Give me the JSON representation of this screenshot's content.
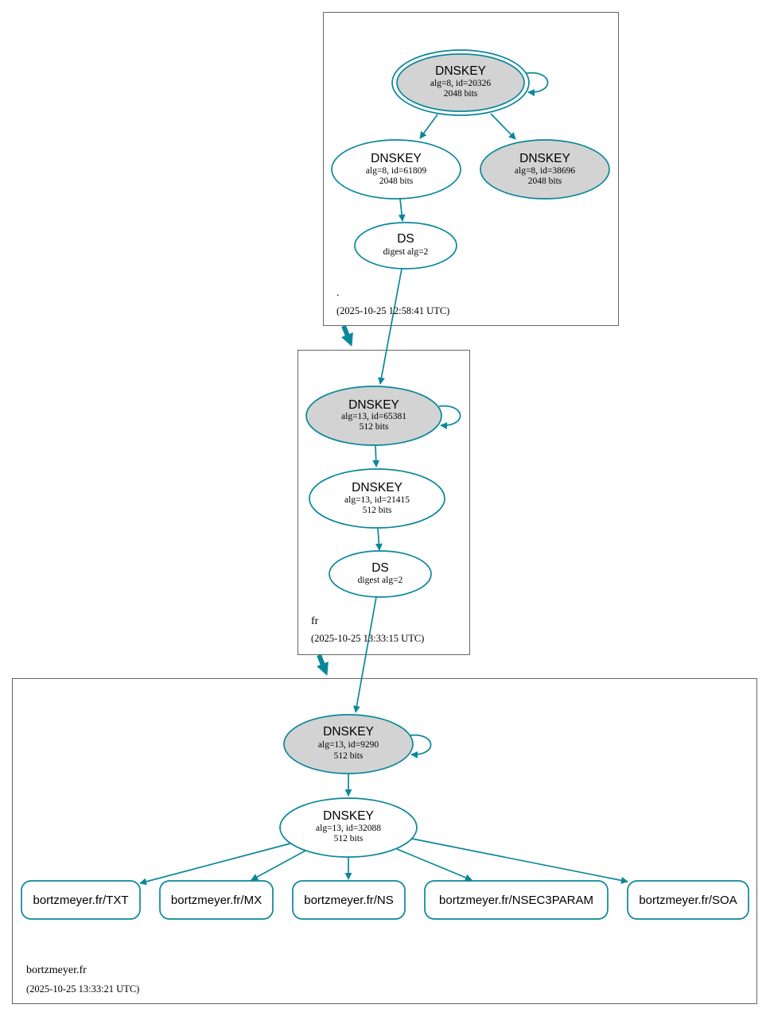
{
  "colors": {
    "edge": "#0a879a",
    "sep_fill": "#d3d3d3",
    "node_fill": "#ffffff",
    "border": "#666666"
  },
  "zones": [
    {
      "name": ".",
      "timestamp": "(2025-10-25 12:58:41 UTC)",
      "nodes": [
        {
          "title": "DNSKEY",
          "line1": "alg=8, id=20326",
          "line2": "2048 bits",
          "sep": true,
          "trust_anchor": true,
          "self_signed": true
        },
        {
          "title": "DNSKEY",
          "line1": "alg=8, id=61809",
          "line2": "2048 bits",
          "sep": false
        },
        {
          "title": "DNSKEY",
          "line1": "alg=8, id=38696",
          "line2": "2048 bits",
          "sep": true
        },
        {
          "title": "DS",
          "line1": "digest alg=2"
        }
      ]
    },
    {
      "name": "fr",
      "timestamp": "(2025-10-25 13:33:15 UTC)",
      "nodes": [
        {
          "title": "DNSKEY",
          "line1": "alg=13, id=65381",
          "line2": "512 bits",
          "sep": true,
          "self_signed": true
        },
        {
          "title": "DNSKEY",
          "line1": "alg=13, id=21415",
          "line2": "512 bits",
          "sep": false
        },
        {
          "title": "DS",
          "line1": "digest alg=2"
        }
      ]
    },
    {
      "name": "bortzmeyer.fr",
      "timestamp": "(2025-10-25 13:33:21 UTC)",
      "nodes": [
        {
          "title": "DNSKEY",
          "line1": "alg=13, id=9290",
          "line2": "512 bits",
          "sep": true,
          "self_signed": true
        },
        {
          "title": "DNSKEY",
          "line1": "alg=13, id=32088",
          "line2": "512 bits",
          "sep": false
        }
      ],
      "rrsets": [
        "bortzmeyer.fr/TXT",
        "bortzmeyer.fr/MX",
        "bortzmeyer.fr/NS",
        "bortzmeyer.fr/NSEC3PARAM",
        "bortzmeyer.fr/SOA"
      ]
    }
  ]
}
